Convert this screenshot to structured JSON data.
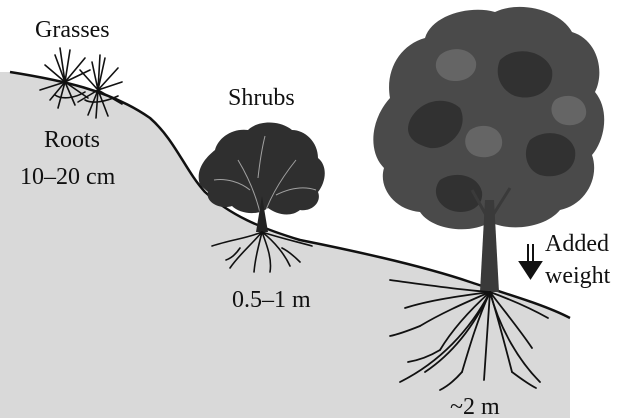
{
  "labels": {
    "grasses": "Grasses",
    "grass_roots_line1": "Roots",
    "grass_roots_line2": "10–20 cm",
    "shrubs": "Shrubs",
    "shrub_roots": "0.5–1 m",
    "tree_roots": "~2 m",
    "weight_line1": "Added",
    "weight_line2": "weight"
  },
  "colors": {
    "soil": "#d9d9d9",
    "ink": "#111111",
    "canopy_dark": "#2f2f2f",
    "canopy_mid": "#4a4a4a",
    "canopy_light": "#6a6a6a"
  }
}
